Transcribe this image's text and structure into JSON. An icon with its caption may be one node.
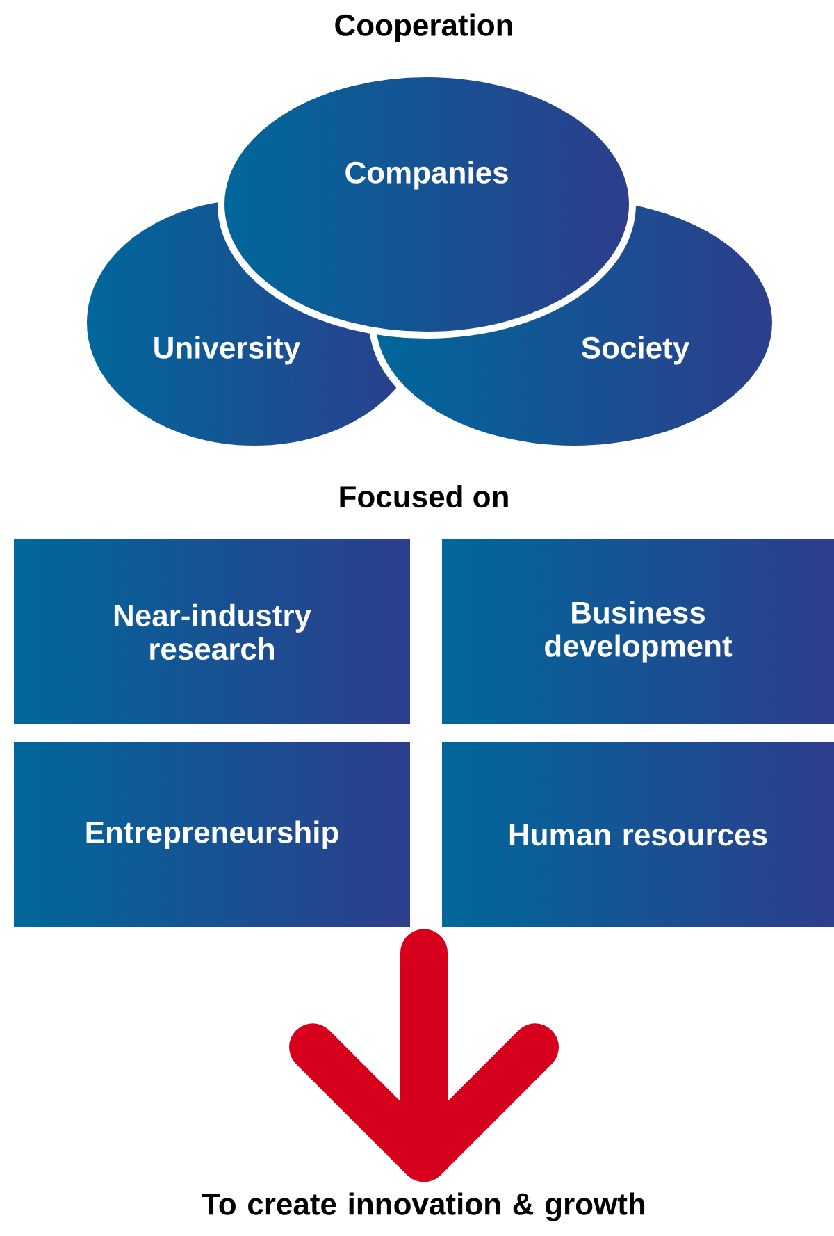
{
  "diagram": {
    "title": "Cooperation",
    "nodes": [
      {
        "text": [
          "Companies"
        ]
      },
      {
        "text": [
          "University"
        ]
      },
      {
        "text": [
          "Society"
        ]
      },
      {
        "text": [
          "Near-industry research"
        ]
      },
      {
        "text": [
          "Business development"
        ]
      },
      {
        "text": [
          "Entrepreneurship"
        ]
      },
      {
        "text": [
          "Human resources"
        ]
      },
      {
        "text": [
          "To create innovation & growth"
        ]
      }
    ],
    "edges": [
      {
        "from": null,
        "to": 7,
        "arrow": "to"
      }
    ],
    "labels": [
      "Focused on"
    ]
  }
}
